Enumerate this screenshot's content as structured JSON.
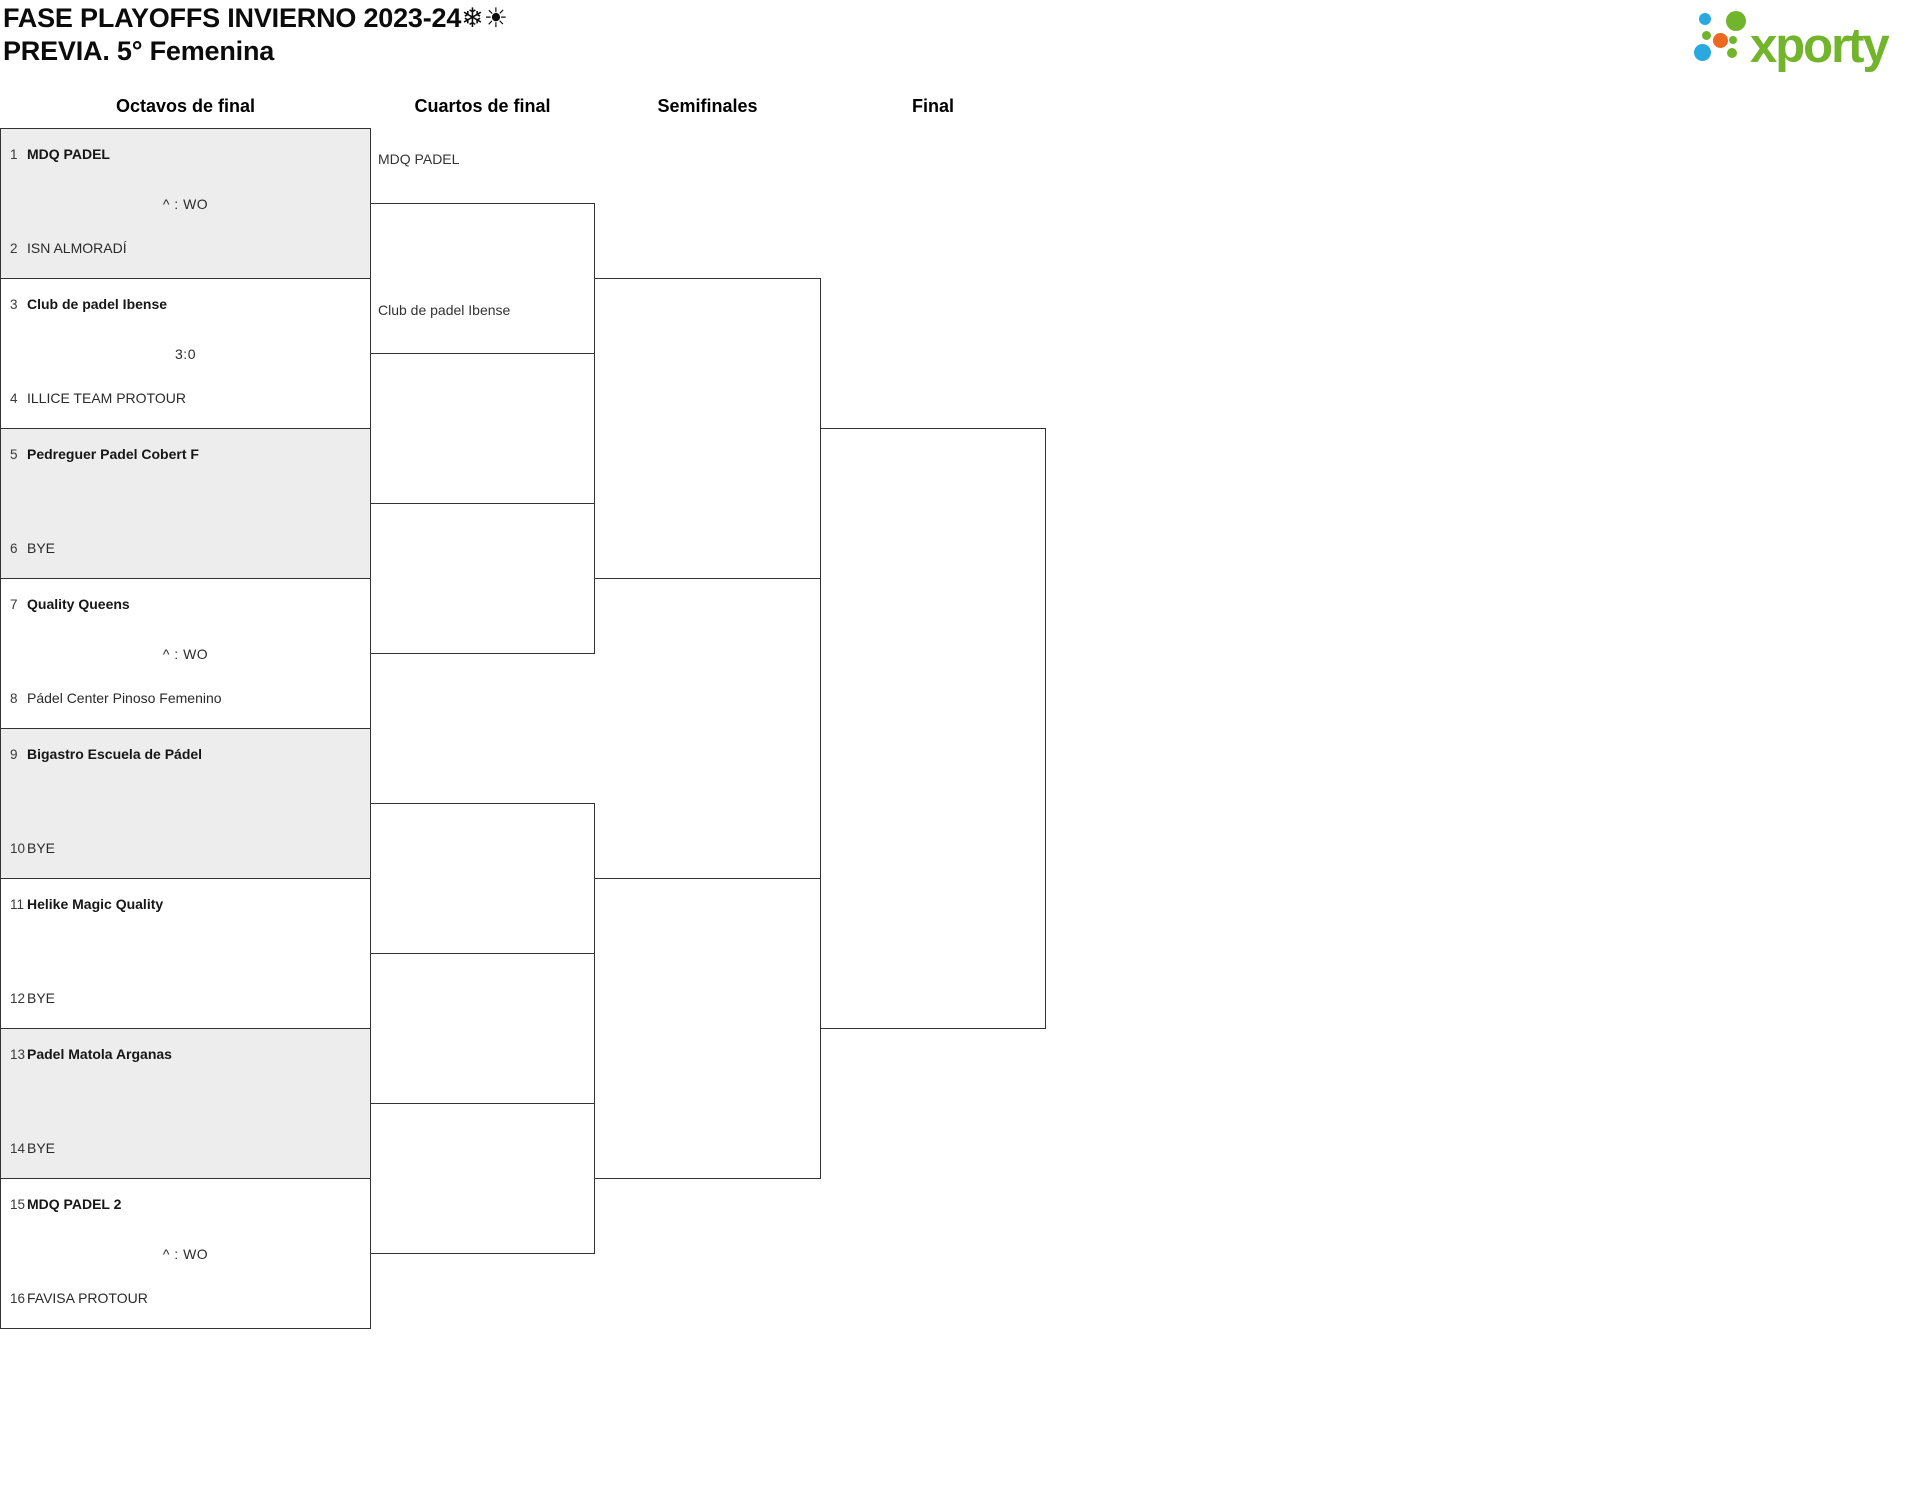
{
  "header": {
    "title_line1": "FASE PLAYOFFS INVIERNO 2023-24❄☀",
    "title_line2": "PREVIA. 5° Femenina"
  },
  "logo": {
    "text": "xporty"
  },
  "columns": [
    {
      "label": "Octavos de final"
    },
    {
      "label": "Cuartos de final"
    },
    {
      "label": "Semifinales"
    },
    {
      "label": "Final"
    }
  ],
  "matches": [
    {
      "seed1": "1",
      "team1": "MDQ PADEL",
      "score": "^ : WO",
      "seed2": "2",
      "team2": "ISN ALMORADÍ"
    },
    {
      "seed1": "3",
      "team1": "Club de padel Ibense",
      "score": "3:0",
      "seed2": "4",
      "team2": "ILLICE TEAM PROTOUR"
    },
    {
      "seed1": "5",
      "team1": "Pedreguer Padel Cobert F",
      "score": "",
      "seed2": "6",
      "team2": "BYE"
    },
    {
      "seed1": "7",
      "team1": "Quality Queens",
      "score": "^ : WO",
      "seed2": "8",
      "team2": "Pádel Center Pinoso Femenino"
    },
    {
      "seed1": "9",
      "team1": "Bigastro Escuela de Pádel",
      "score": "",
      "seed2": "10",
      "team2": "BYE"
    },
    {
      "seed1": "11",
      "team1": "Helike Magic Quality",
      "score": "",
      "seed2": "12",
      "team2": "BYE"
    },
    {
      "seed1": "13",
      "team1": "Padel Matola Arganas",
      "score": "",
      "seed2": "14",
      "team2": "BYE"
    },
    {
      "seed1": "15",
      "team1": "MDQ PADEL 2",
      "score": "^ : WO",
      "seed2": "16",
      "team2": "FAVISA PROTOUR"
    }
  ],
  "quarterfinals": {
    "qf1_team_top": "MDQ PADEL",
    "qf1_team_bottom": "Club de padel Ibense"
  },
  "colors": {
    "accent_green": "#72b42c",
    "accent_blue": "#2aa9e0",
    "accent_orange": "#eb6a1f",
    "block_gray": "#ededee",
    "line_border": "#333333"
  }
}
